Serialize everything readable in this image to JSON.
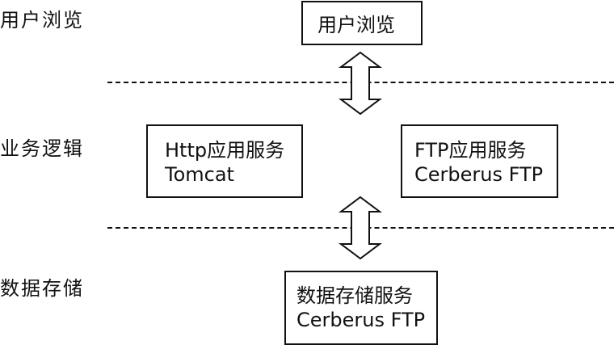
{
  "layers": {
    "presentation": "用户浏览",
    "business": "业务逻辑",
    "storage": "数据存储"
  },
  "boxes": {
    "user_browse": {
      "title": "用户浏览"
    },
    "http_service": {
      "title": "Http应用服务",
      "subtitle": "Tomcat"
    },
    "ftp_service": {
      "title": "FTP应用服务",
      "subtitle": "Cerberus FTP"
    },
    "storage_service": {
      "title": "数据存储服务",
      "subtitle": "Cerberus FTP"
    }
  },
  "colors": {
    "stroke": "#111111",
    "background": "#ffffff"
  }
}
